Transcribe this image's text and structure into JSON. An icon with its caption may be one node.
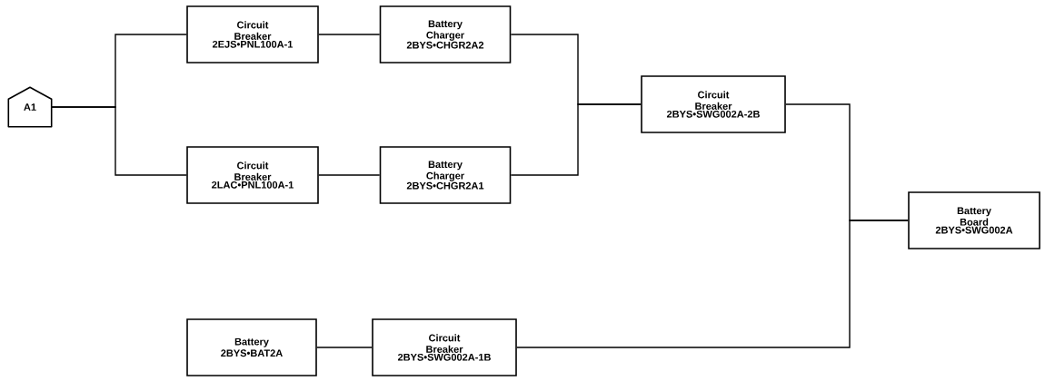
{
  "diagram": {
    "nodes": [
      {
        "text": [
          "A1"
        ]
      },
      {
        "text": [
          "Circuit Breaker",
          "2EJS•PNL100A-1"
        ]
      },
      {
        "text": [
          "Battery Charger",
          "2BYS•CHGR2A2"
        ]
      },
      {
        "text": [
          "Circuit Breaker",
          "2LAC•PNL100A-1"
        ]
      },
      {
        "text": [
          "Battery Charger",
          "2BYS•CHGR2A1"
        ]
      },
      {
        "text": [
          "Circuit Breaker",
          "2BYS•SWG002A-2B"
        ]
      },
      {
        "text": [
          "Battery Board",
          "2BYS•SWG002A"
        ]
      },
      {
        "text": [
          "Battery",
          "2BYS•BAT2A"
        ]
      },
      {
        "text": [
          "Circuit Breaker",
          "2BYS•SWG002A-1B"
        ]
      }
    ],
    "edges": [
      {
        "from": 0,
        "to": 1,
        "arrow": "none"
      },
      {
        "from": 0,
        "to": 3,
        "arrow": "none"
      },
      {
        "from": 1,
        "to": 2,
        "arrow": "none"
      },
      {
        "from": 3,
        "to": 4,
        "arrow": "none"
      },
      {
        "from": 2,
        "to": 5,
        "arrow": "none"
      },
      {
        "from": 4,
        "to": 5,
        "arrow": "none"
      },
      {
        "from": 5,
        "to": 6,
        "arrow": "none"
      },
      {
        "from": 7,
        "to": 8,
        "arrow": "none"
      },
      {
        "from": 8,
        "to": 6,
        "arrow": "none"
      }
    ]
  }
}
